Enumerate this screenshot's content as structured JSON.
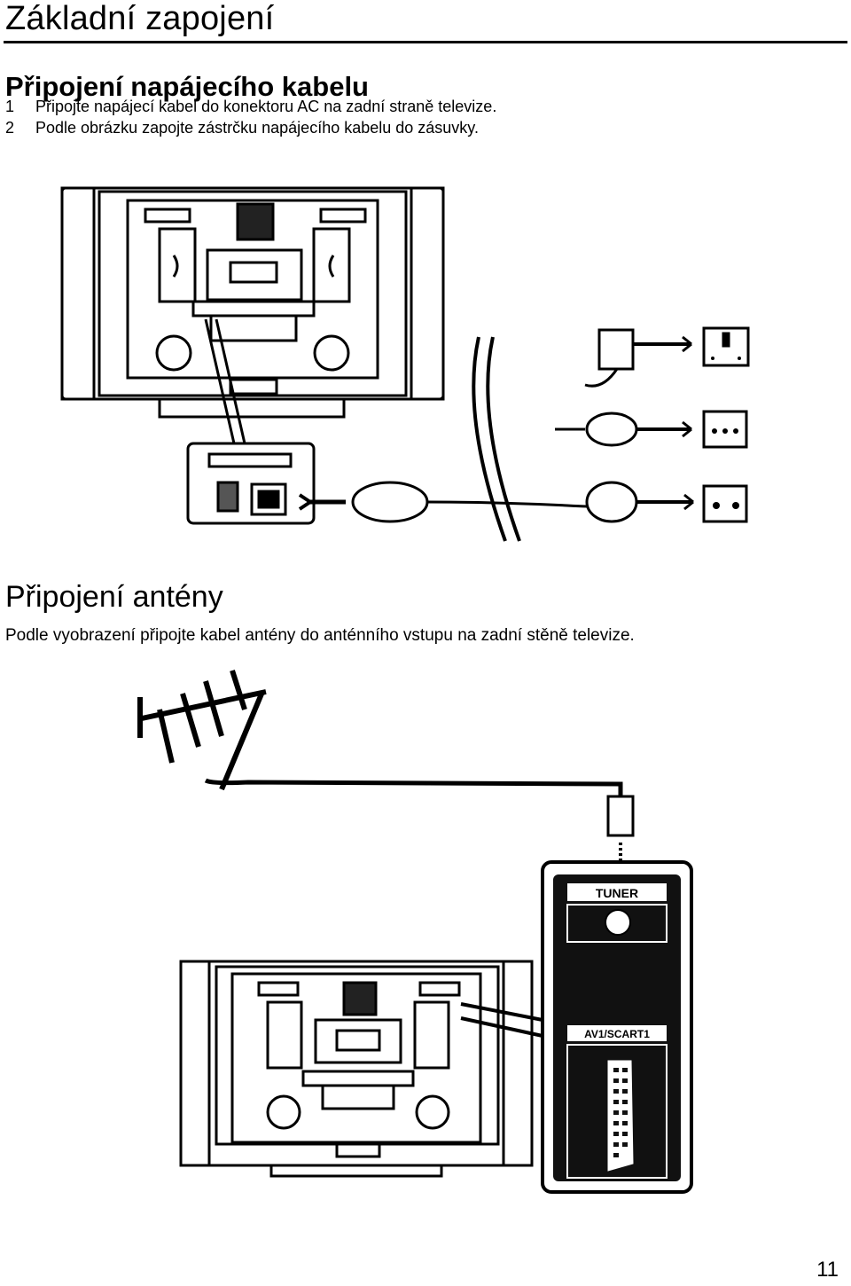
{
  "page": {
    "title": "Základní zapojení",
    "page_number": "11"
  },
  "power_section": {
    "heading": "Připojení napájecího kabelu",
    "steps": [
      {
        "num": "1",
        "text": "Připojte napájecí kabel do konektoru AC na zadní straně televize."
      },
      {
        "num": "2",
        "text": "Podle obrázku zapojte zástrčku napájecího kabelu do zásuvky."
      }
    ]
  },
  "antenna_section": {
    "heading": "Připojení antény",
    "text": "Podle vyobrazení připojte kabel antény do anténního vstupu na zadní stěně televize.",
    "tuner_label": "TUNER",
    "scart_label": "AV1/SCART1"
  }
}
